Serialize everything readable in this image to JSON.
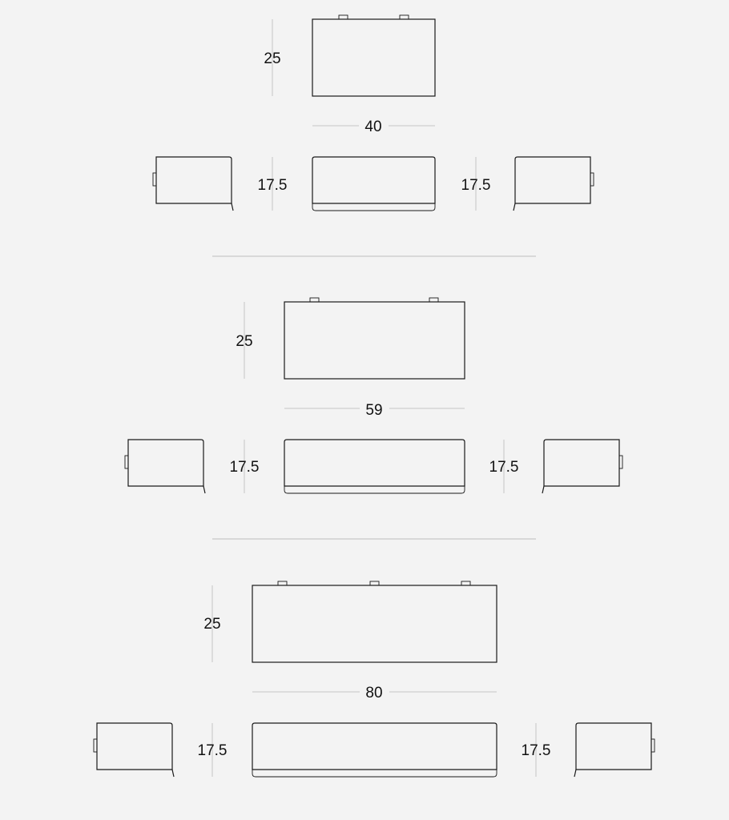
{
  "shelves": [
    {
      "name": "shelf-40",
      "height_label": "25",
      "width_label": "40",
      "depth_label_left": "17.5",
      "depth_label_right": "17.5",
      "bracket_count": 2
    },
    {
      "name": "shelf-59",
      "height_label": "25",
      "width_label": "59",
      "depth_label_left": "17.5",
      "depth_label_right": "17.5",
      "bracket_count": 2
    },
    {
      "name": "shelf-80",
      "height_label": "25",
      "width_label": "80",
      "depth_label_left": "17.5",
      "depth_label_right": "17.5",
      "bracket_count": 3
    }
  ]
}
